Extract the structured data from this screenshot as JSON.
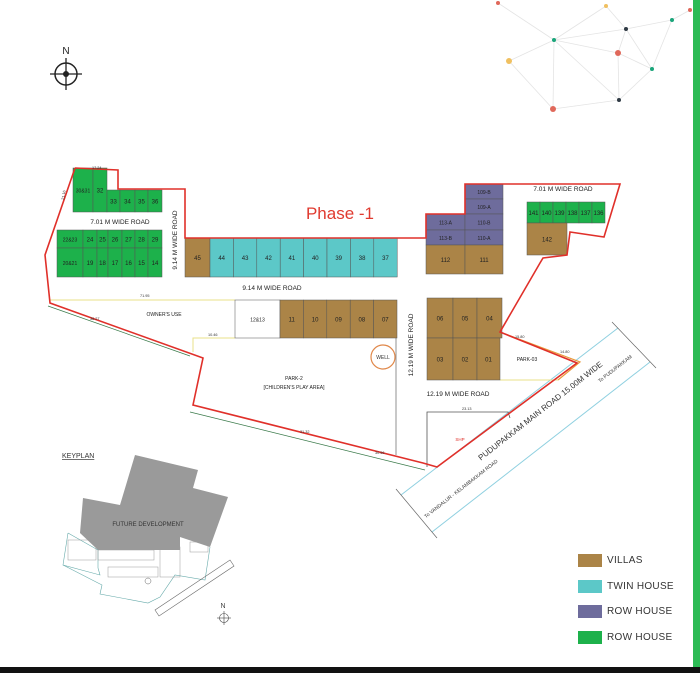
{
  "title": "Phase -1",
  "compass": {
    "north_label": "N"
  },
  "roads": {
    "road_7m_left": "7.01 M WIDE ROAD",
    "road_9m_vertical": "9.14 M WIDE ROAD",
    "road_9m_horizontal": "9.14 M WIDE ROAD",
    "road_7m_right": "7.01 M WIDE ROAD",
    "road_12m_vertical": "12.19 M WIDE ROAD",
    "road_12m_horizontal": "12.19 M WIDE ROAD",
    "main_road": "PUDUPAKKAM MAIN ROAD 15.00M WIDE",
    "to_pudupakkam": "To PUDUPAKKAM",
    "to_vandalur": "To VANDALUR - KELAMBAKKAM ROAD"
  },
  "areas": {
    "owners_use": "OWNER'S USE",
    "park2": "PARK-2",
    "park2_sub": "[CHILDREN'S PLAY AREA]",
    "park3": "PARK-03",
    "well": "WELL",
    "shp": "SHP"
  },
  "dimensions": [
    "71.95",
    "10.46",
    "38.27",
    "31.32",
    "30.56",
    "23.13",
    "15.80",
    "14.80",
    "17.24",
    "21.16"
  ],
  "plot_colors": {
    "villa": "#ab8447",
    "twin": "#5cc8c8",
    "row_purple": "#6e6c9c",
    "row_green": "#1db14b",
    "other": "#ffffff"
  },
  "plots": [
    {
      "label": "30&31",
      "type": "row_green"
    },
    {
      "label": "32",
      "type": "row_green"
    },
    {
      "label": "33",
      "type": "row_green"
    },
    {
      "label": "34",
      "type": "row_green"
    },
    {
      "label": "35",
      "type": "row_green"
    },
    {
      "label": "36",
      "type": "row_green"
    },
    {
      "label": "22&23",
      "type": "row_green"
    },
    {
      "label": "24",
      "type": "row_green"
    },
    {
      "label": "25",
      "type": "row_green"
    },
    {
      "label": "26",
      "type": "row_green"
    },
    {
      "label": "27",
      "type": "row_green"
    },
    {
      "label": "28",
      "type": "row_green"
    },
    {
      "label": "29",
      "type": "row_green"
    },
    {
      "label": "20&21",
      "type": "row_green"
    },
    {
      "label": "19",
      "type": "row_green"
    },
    {
      "label": "18",
      "type": "row_green"
    },
    {
      "label": "17",
      "type": "row_green"
    },
    {
      "label": "16",
      "type": "row_green"
    },
    {
      "label": "15",
      "type": "row_green"
    },
    {
      "label": "14",
      "type": "row_green"
    },
    {
      "label": "45",
      "type": "villa"
    },
    {
      "label": "44",
      "type": "twin"
    },
    {
      "label": "43",
      "type": "twin"
    },
    {
      "label": "42",
      "type": "twin"
    },
    {
      "label": "41",
      "type": "twin"
    },
    {
      "label": "40",
      "type": "twin"
    },
    {
      "label": "39",
      "type": "twin"
    },
    {
      "label": "38",
      "type": "twin"
    },
    {
      "label": "37",
      "type": "twin"
    },
    {
      "label": "12&13",
      "type": "other"
    },
    {
      "label": "11",
      "type": "villa"
    },
    {
      "label": "10",
      "type": "villa"
    },
    {
      "label": "09",
      "type": "villa"
    },
    {
      "label": "08",
      "type": "villa"
    },
    {
      "label": "07",
      "type": "villa"
    },
    {
      "label": "109-B",
      "type": "row_purple"
    },
    {
      "label": "109-A",
      "type": "row_purple"
    },
    {
      "label": "113-A",
      "type": "row_purple"
    },
    {
      "label": "110-B",
      "type": "row_purple"
    },
    {
      "label": "113-B",
      "type": "row_purple"
    },
    {
      "label": "110-A",
      "type": "row_purple"
    },
    {
      "label": "112",
      "type": "villa"
    },
    {
      "label": "111",
      "type": "villa"
    },
    {
      "label": "141",
      "type": "row_green"
    },
    {
      "label": "140",
      "type": "row_green"
    },
    {
      "label": "139",
      "type": "row_green"
    },
    {
      "label": "138",
      "type": "row_green"
    },
    {
      "label": "137",
      "type": "row_green"
    },
    {
      "label": "136",
      "type": "row_green"
    },
    {
      "label": "142",
      "type": "villa"
    },
    {
      "label": "06",
      "type": "villa"
    },
    {
      "label": "05",
      "type": "villa"
    },
    {
      "label": "04",
      "type": "villa"
    },
    {
      "label": "03",
      "type": "villa"
    },
    {
      "label": "02",
      "type": "villa"
    },
    {
      "label": "01",
      "type": "villa"
    }
  ],
  "keyplan": {
    "title": "KEYPLAN",
    "future": "FUTURE DEVELOPMENT",
    "north_label": "N"
  },
  "legend": [
    {
      "label": "VILLAS",
      "color": "#ab8447"
    },
    {
      "label": "TWIN HOUSE",
      "color": "#5cc8c8"
    },
    {
      "label": "ROW HOUSE",
      "color": "#6e6c9c"
    },
    {
      "label": "ROW HOUSE",
      "color": "#1db14b"
    }
  ],
  "decor_node_colors": [
    "#e0685a",
    "#f0c060",
    "#1aa57a",
    "#2f3a44"
  ]
}
